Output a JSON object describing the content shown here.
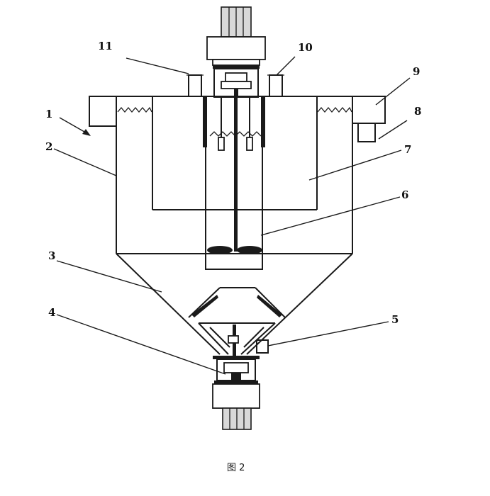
{
  "caption": "图 2",
  "labels": {
    "l1": "1",
    "l2": "2",
    "l3": "3",
    "l4": "4",
    "l5": "5",
    "l6": "6",
    "l7": "7",
    "l8": "8",
    "l9": "9",
    "l10": "10",
    "l11": "11"
  }
}
